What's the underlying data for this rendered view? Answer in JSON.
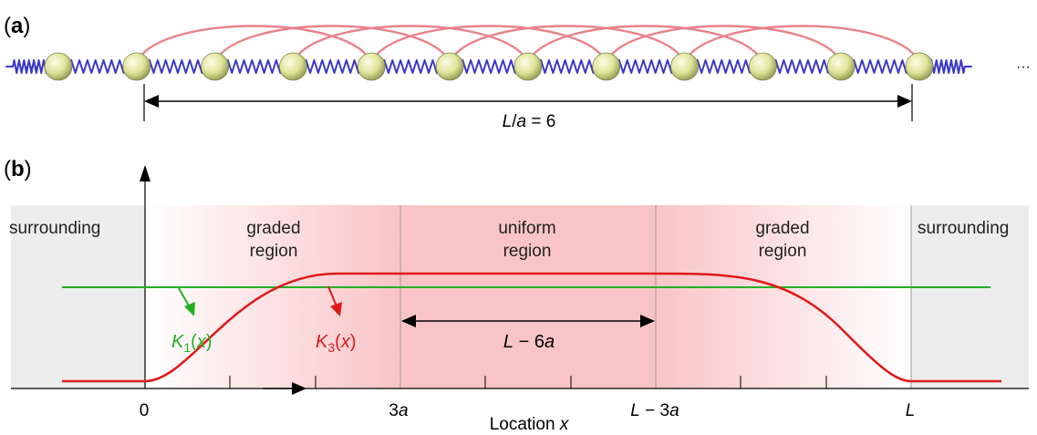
{
  "panel_a": {
    "label_open": "(",
    "label_letter": "a",
    "label_close": ")",
    "ellipsis_left": "···",
    "ellipsis_right": "···",
    "mass_count": 12,
    "long_range_span": 3,
    "dimension_label": {
      "italic1": "L",
      "mid": "/",
      "italic2": "a",
      "rest": " = 6"
    },
    "colors": {
      "ball": "#e6eca0",
      "spring": "#3b38c8",
      "long_spring": "#e8828a",
      "arrow": "#000000"
    }
  },
  "panel_b": {
    "label_open": "(",
    "label_letter": "b",
    "label_close": ")",
    "regions": {
      "left_surrounding": "surrounding",
      "left_graded_1": "graded",
      "left_graded_2": "region",
      "uniform_1": "uniform",
      "uniform_2": "region",
      "right_graded_1": "graded",
      "right_graded_2": "region",
      "right_surrounding": "surrounding"
    },
    "k1_label": {
      "k": "K",
      "sub": "1",
      "arg_open": "(",
      "arg": "x",
      "arg_close": ")"
    },
    "k3_label": {
      "k": "K",
      "sub": "3",
      "arg_open": "(",
      "arg": "x",
      "arg_close": ")"
    },
    "span_label": {
      "italic1": "L",
      "rest": " − 6",
      "italic2": "a"
    },
    "x_ticks": {
      "zero": "0",
      "three_a_num": "3",
      "three_a_var": "a",
      "l_minus_3a_L": "L",
      "l_minus_3a_mid": " − 3",
      "l_minus_3a_a": "a",
      "L": "L"
    },
    "x_axis_label": {
      "text": "Location ",
      "var": "x"
    },
    "colors": {
      "k1": "#22b022",
      "k3": "#e01a1a",
      "surrounding_bg": "#ededed",
      "uniform_bg": "#f9c4c7",
      "divider": "#9a9a9a"
    }
  }
}
